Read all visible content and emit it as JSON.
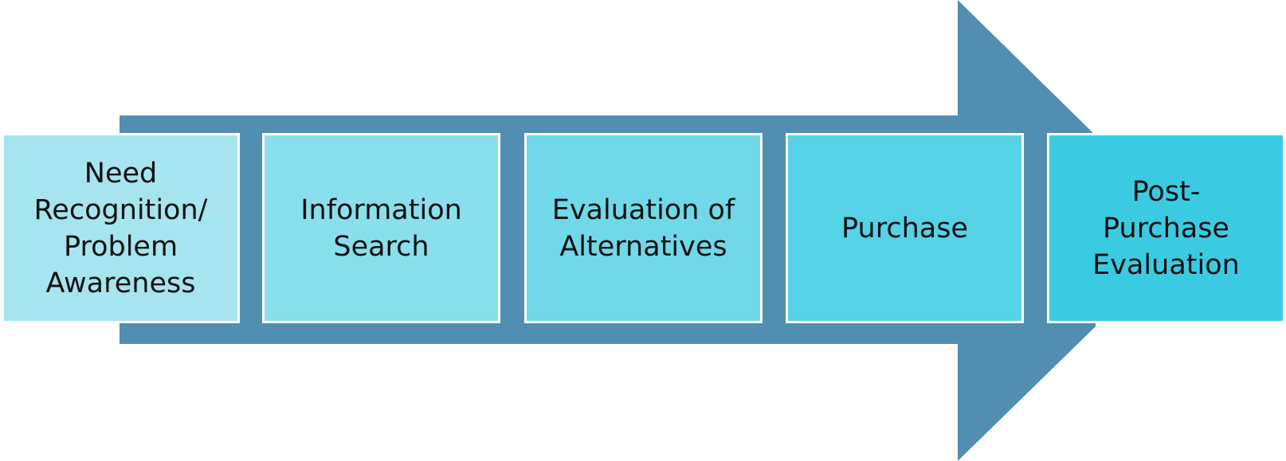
{
  "colors": {
    "arrow": "#528eb1",
    "background": "#ffffff",
    "border": "#ffffff"
  },
  "steps": [
    {
      "label": "Need\nRecognition/\nProblem\nAwareness",
      "color": "#a6e5ef"
    },
    {
      "label": "Information\nSearch",
      "color": "#8adfed"
    },
    {
      "label": "Evaluation of\nAlternatives",
      "color": "#6fd9e9"
    },
    {
      "label": "Purchase",
      "color": "#55d2e6"
    },
    {
      "label": "Post-\nPurchase\nEvaluation",
      "color": "#3acbe2"
    }
  ]
}
